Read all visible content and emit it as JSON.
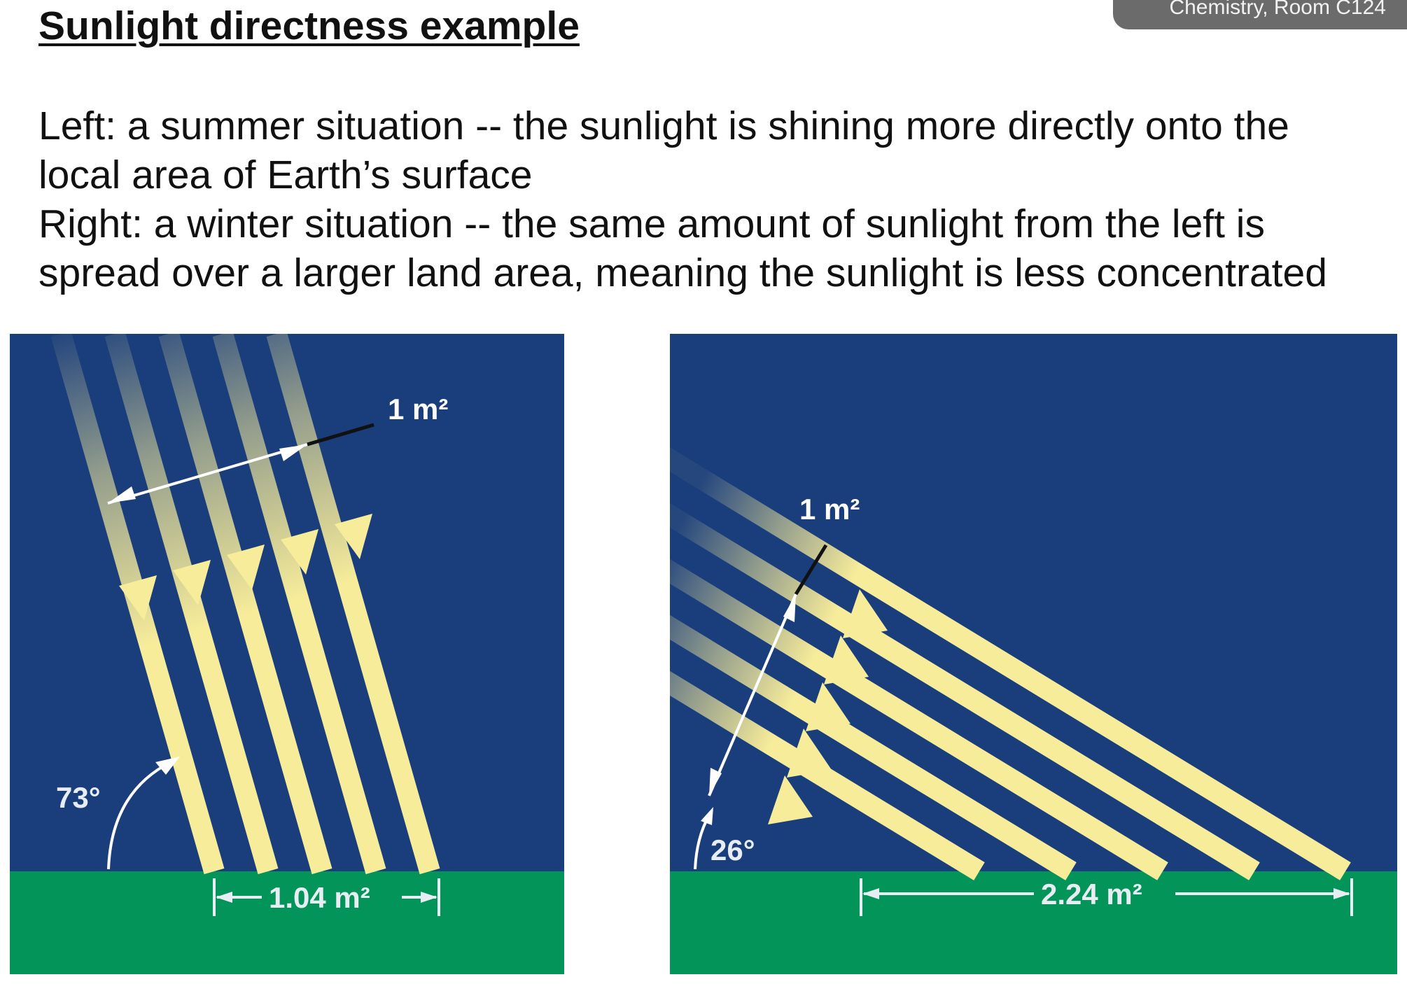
{
  "header": {
    "title": "Sunlight directness example",
    "location_badge": "Chemistry, Room C124"
  },
  "description": {
    "line1": "Left: a summer situation -- the sunlight is shining more directly onto the",
    "line2": "local area of Earth’s surface",
    "line3": "Right: a winter situation -- the same amount of sunlight from the left is",
    "line4": "spread over a larger land area, meaning the sunlight is less concentrated"
  },
  "diagrams": {
    "summer": {
      "beam_area_label": "1 m²",
      "angle_label": "73°",
      "ground_area_label": "1.04 m²"
    },
    "winter": {
      "beam_area_label": "1 m²",
      "angle_label": "26°",
      "ground_area_label": "2.24 m²"
    }
  },
  "colors": {
    "sky": "#1a3e7c",
    "ground": "#03945a",
    "ray": "#f7ec9a",
    "text": "#111111",
    "badge": "#6b6b6b"
  }
}
